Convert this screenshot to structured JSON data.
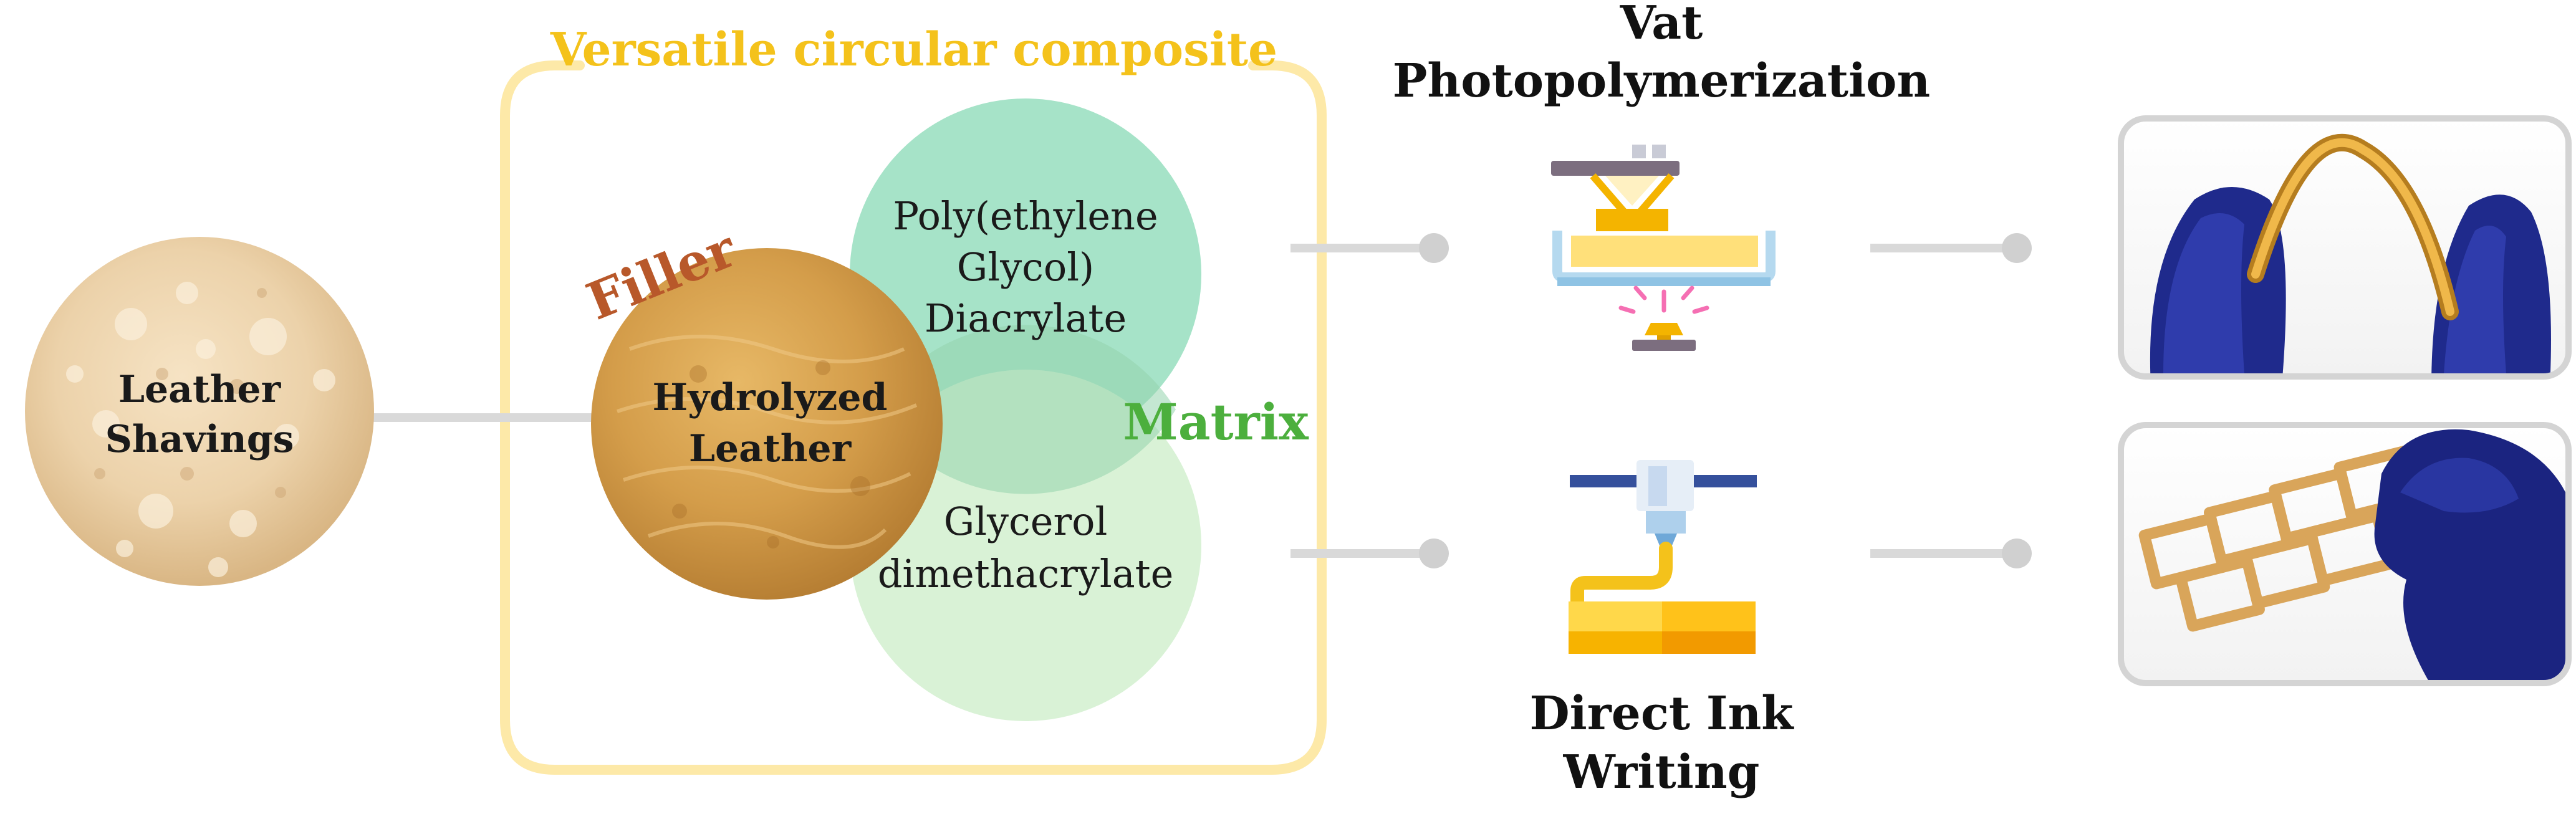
{
  "composite": {
    "title": "Versatile circular composite",
    "filler_label": "Filler",
    "matrix_label": "Matrix",
    "colors": {
      "frame": "#fde9a8",
      "title": "#f4c21b",
      "filler": "#b8582a",
      "matrix": "#4caf3d"
    }
  },
  "source": {
    "label_line1": "Leather",
    "label_line2": "Shavings"
  },
  "filler": {
    "label_line1": "Hydrolyzed",
    "label_line2": "Leather"
  },
  "matrix_components": [
    {
      "lines": [
        "Poly(ethylene",
        "Glycol)",
        "Diacrylate"
      ],
      "color": "#a6e3c8"
    },
    {
      "lines": [
        "Glycerol",
        "dimethacrylate"
      ],
      "color": "#d9f2d6"
    }
  ],
  "processes": [
    {
      "lines": [
        "Vat",
        "Photopolymerization"
      ],
      "icon": "vat-photopolymerization-printer-icon"
    },
    {
      "lines": [
        "Direct Ink",
        "Writing"
      ],
      "icon": "direct-ink-writing-printer-icon"
    }
  ],
  "results": [
    {
      "name": "bent-printed-strip-photo"
    },
    {
      "name": "printed-lattice-photo"
    }
  ]
}
